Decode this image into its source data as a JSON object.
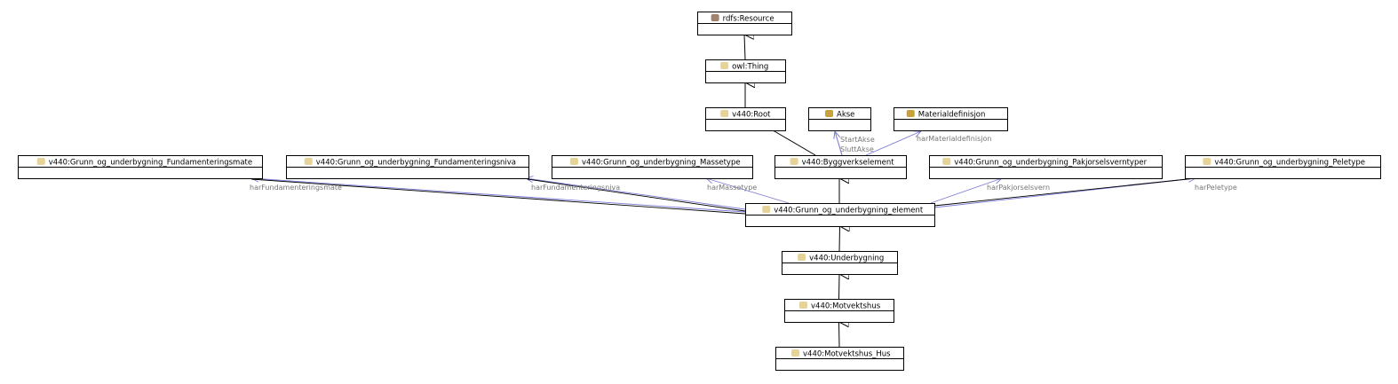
{
  "colors": {
    "resource_icon": "#a0826d",
    "class_icon": "#e6d39a",
    "defined_class_icon": "#c9a13b",
    "inheritance_edge": "#000000",
    "property_edge": "#7b7bd6",
    "property_label": "#777777"
  },
  "nodes": [
    {
      "id": "resource",
      "label": "rdfs:Resource",
      "icon": "resource"
    },
    {
      "id": "thing",
      "label": "owl:Thing",
      "icon": "class"
    },
    {
      "id": "root",
      "label": "v440:Root",
      "icon": "class"
    },
    {
      "id": "akse",
      "label": "Akse",
      "icon": "defined_class"
    },
    {
      "id": "materialdefinisjon",
      "label": "Materialdefinisjon",
      "icon": "defined_class"
    },
    {
      "id": "fundamenteringsmate",
      "label": "v440:Grunn_og_underbygning_Fundamenteringsmate",
      "icon": "class"
    },
    {
      "id": "fundamenteringsniva",
      "label": "v440:Grunn_og_underbygning_Fundamenteringsniva",
      "icon": "class"
    },
    {
      "id": "massetype",
      "label": "v440:Grunn_og_underbygning_Massetype",
      "icon": "class"
    },
    {
      "id": "byggverkselement",
      "label": "v440:Byggverkselement",
      "icon": "class"
    },
    {
      "id": "pakjorselsverntyper",
      "label": "v440:Grunn_og_underbygning_Pakjorselsverntyper",
      "icon": "class"
    },
    {
      "id": "peletype",
      "label": "v440:Grunn_og_underbygning_Peletype",
      "icon": "class"
    },
    {
      "id": "element",
      "label": "v440:Grunn_og_underbygning_element",
      "icon": "class"
    },
    {
      "id": "underbygning",
      "label": "v440:Underbygning",
      "icon": "class"
    },
    {
      "id": "motvektshus",
      "label": "v440:Motvektshus",
      "icon": "class"
    },
    {
      "id": "motvektshus_hus",
      "label": "v440:Motvektshus_Hus",
      "icon": "class"
    }
  ],
  "inheritance_edges": [
    {
      "from": "thing",
      "to": "resource"
    },
    {
      "from": "root",
      "to": "thing"
    },
    {
      "from": "byggverkselement",
      "to": "root"
    },
    {
      "from": "element",
      "to": "byggverkselement"
    },
    {
      "from": "underbygning",
      "to": "element"
    },
    {
      "from": "motvektshus",
      "to": "underbygning"
    },
    {
      "from": "motvektshus_hus",
      "to": "motvektshus"
    }
  ],
  "property_edges": [
    {
      "from": "byggverkselement",
      "to": "akse",
      "label": "StartAkse"
    },
    {
      "from": "byggverkselement",
      "to": "akse",
      "label": "SluttAkse"
    },
    {
      "from": "byggverkselement",
      "to": "materialdefinisjon",
      "label": "harMaterialdefinisjon"
    },
    {
      "from": "element",
      "to": "fundamenteringsmate",
      "label": "harFundamenteringsmate"
    },
    {
      "from": "element",
      "to": "fundamenteringsniva",
      "label": "harFundamenteringsniva"
    },
    {
      "from": "element",
      "to": "massetype",
      "label": "harMassetype"
    },
    {
      "from": "element",
      "to": "pakjorselsverntyper",
      "label": "harPakjorselsvern"
    },
    {
      "from": "element",
      "to": "peletype",
      "label": "harPeletype"
    }
  ]
}
